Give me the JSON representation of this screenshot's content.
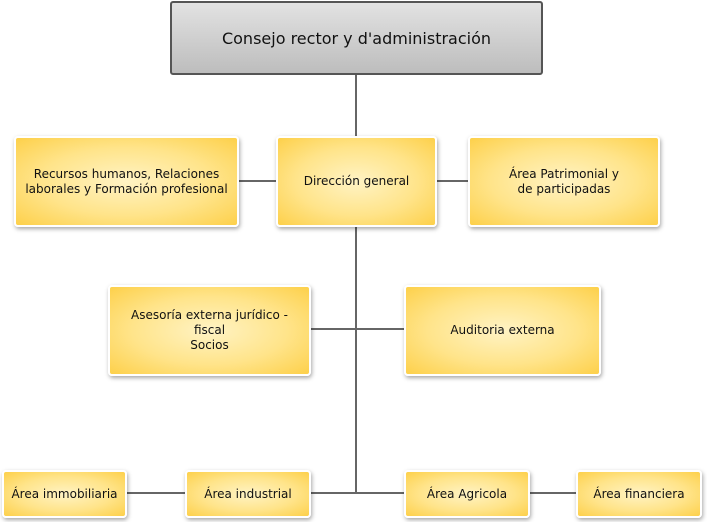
{
  "root": "Consejo rector y d'administración",
  "level1": {
    "left": "Recursos humanos, Relaciones laborales y Formación profesional",
    "center": "Dirección general",
    "right": "Área Patrimonial y de participadas"
  },
  "level2": {
    "left_line1": "Asesoría externa jurídico - fiscal",
    "left_line2": "Socios",
    "right": "Auditoria externa"
  },
  "level3": [
    "Área immobiliaria",
    "Área industrial",
    "Área Agricola",
    "Área financiera"
  ]
}
